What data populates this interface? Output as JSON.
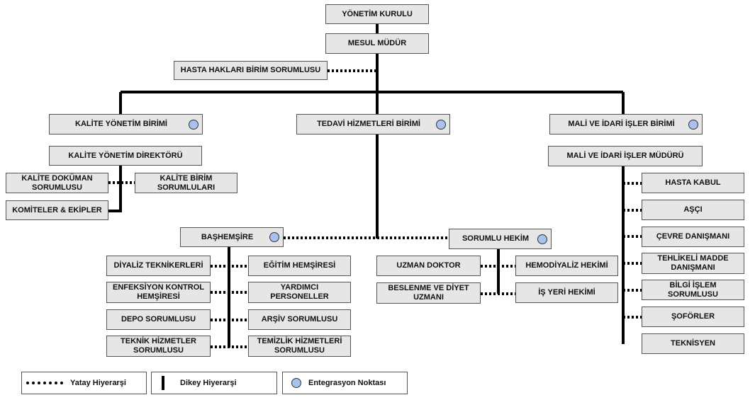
{
  "nodes": {
    "yonetim_kurulu": "YÖNETİM KURULU",
    "mesul_mudur": "MESUL MÜDÜR",
    "hasta_haklari": "HASTA HAKLARI BİRİM SORUMLUSU",
    "kalite_yonetim_birimi": "KALİTE YÖNETİM BİRİMİ",
    "tedavi_hizmetleri": "TEDAVİ HİZMETLERİ BİRİMİ",
    "mali_idari_birimi": "MALİ VE İDARİ İŞLER BİRİMİ",
    "kalite_direktoru": "KALİTE YÖNETİM DİREKTÖRÜ",
    "mali_idari_muduru": "MALİ VE İDARİ İŞLER MÜDÜRÜ",
    "kalite_dokuman": "KALİTE DOKÜMAN SORUMLUSU",
    "kalite_birim_sorumlulari": "KALİTE BİRİM SORUMLULARI",
    "komiteler": "KOMİTELER & EKİPLER",
    "bashemsire": "BAŞHEMŞİRE",
    "sorumlu_hekim": "SORUMLU HEKİM",
    "diyaliz_teknikerleri": "DİYALİZ TEKNİKERLERİ",
    "egitim_hemsiresi": "EĞİTİM HEMŞİRESİ",
    "enfeksiyon_kontrol": "ENFEKSİYON KONTROL HEMŞİRESİ",
    "yardimci_personeller": "YARDIMCI PERSONELLER",
    "depo_sorumlusu": "DEPO SORUMLUSU",
    "arsiv_sorumlusu": "ARŞİV SORUMLUSU",
    "teknik_hizmetler": "TEKNİK HİZMETLER SORUMLUSU",
    "temizlik_hizmetleri": "TEMİZLİK HİZMETLERİ SORUMLUSU",
    "uzman_doktor": "UZMAN DOKTOR",
    "hemodiyaliz_hekimi": "HEMODİYALİZ HEKİMİ",
    "beslenme_diyet": "BESLENME VE DİYET UZMANI",
    "is_yeri_hekimi": "İŞ YERİ HEKİMİ",
    "hasta_kabul": "HASTA KABUL",
    "asci": "AŞÇI",
    "cevre_danismani": "ÇEVRE DANIŞMANI",
    "tehlikeli_madde": "TEHLİKELİ MADDE DANIŞMANI",
    "bilgi_islem": "BİLGİ İŞLEM SORUMLUSU",
    "soforler": "ŞOFÖRLER",
    "teknisyen": "TEKNİSYEN"
  },
  "legend": {
    "horizontal": "Yatay Hiyerarşi",
    "vertical": "Dikey Hiyerarşi",
    "integration": "Entegrasyon Noktası"
  },
  "colors": {
    "box_fill": "#e6e6e6",
    "integration_dot": "#a9c1f0",
    "line": "#000000"
  }
}
